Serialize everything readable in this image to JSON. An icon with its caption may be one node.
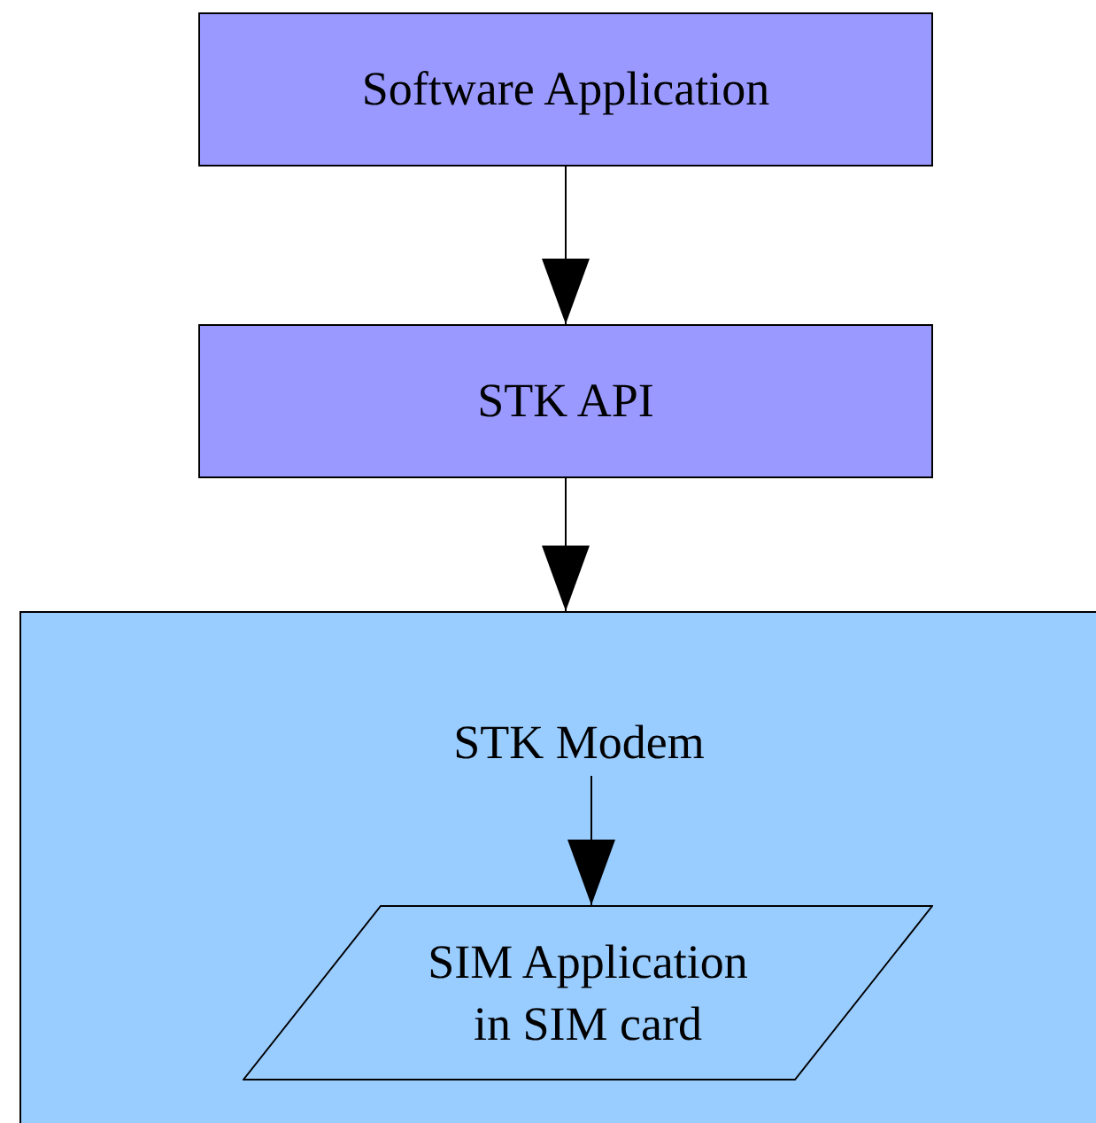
{
  "diagram": {
    "nodes": [
      {
        "text": [
          "Software Application"
        ]
      },
      {
        "text": [
          "STK API"
        ]
      },
      {
        "text": [],
        "shape": "box"
      },
      {
        "text": [
          "STK Modem"
        ],
        "in": 2
      },
      {
        "text": [
          "SIM Application in SIM card"
        ],
        "in": 2
      }
    ],
    "edges": [
      {
        "from": 0,
        "to": 1,
        "arrow": "to"
      },
      {
        "from": 1,
        "to": 2,
        "arrow": "to"
      },
      {
        "from": 3,
        "to": 4,
        "arrow": "to"
      }
    ]
  }
}
